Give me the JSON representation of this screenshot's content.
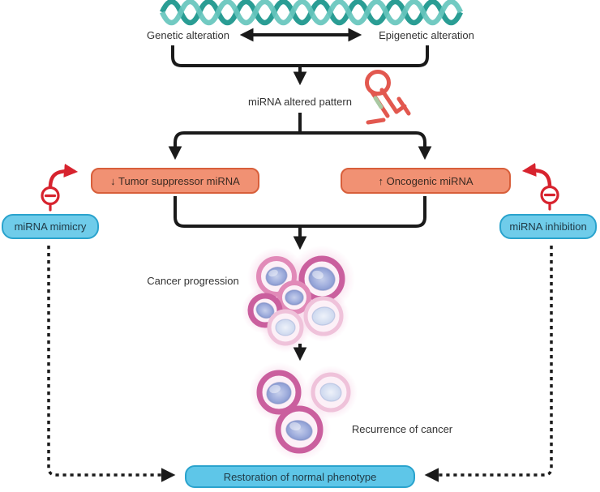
{
  "labels": {
    "genetic": "Genetic alteration",
    "epigenetic": "Epigenetic alteration",
    "mirna_pattern": "miRNA altered pattern",
    "cancer_progression": "Cancer progression",
    "recurrence": "Recurrence of cancer"
  },
  "boxes": {
    "tumor_suppressor": "↓ Tumor suppressor miRNA",
    "oncogenic": "↑ Oncogenic miRNA",
    "mimicry": "miRNA mimicry",
    "inhibition": "miRNA inhibition",
    "restoration": "Restoration of normal phenotype"
  },
  "icons": {
    "dna_helix": "dna-double-helix-icon",
    "mirna_hairpin": "mirna-hairpin-icon",
    "minus_left": "inhibition-minus-icon",
    "minus_right": "inhibition-minus-icon",
    "cells_primary": "cancer-cell-cluster-icon",
    "cells_recurrence": "cancer-cell-cluster-icon"
  },
  "colors": {
    "line": "#1a1a1a",
    "red_arrow": "#d7232e",
    "hairpin_red": "#e2584f",
    "hairpin_green": "#a9c8a1",
    "dna_teal_dark": "#2a9d94",
    "dna_teal_light": "#66c6bd",
    "orange_fill": "#f19173",
    "orange_border": "#d85f3b",
    "blue_fill": "#6fccea",
    "blue_border": "#2aa3cd",
    "restore_fill": "#5ec6e8",
    "text": "#333333",
    "cell_rim_pink": "#e18ab8",
    "cell_rim_magenta": "#ca5f9e",
    "cell_nucleus": "#94a4d6"
  }
}
